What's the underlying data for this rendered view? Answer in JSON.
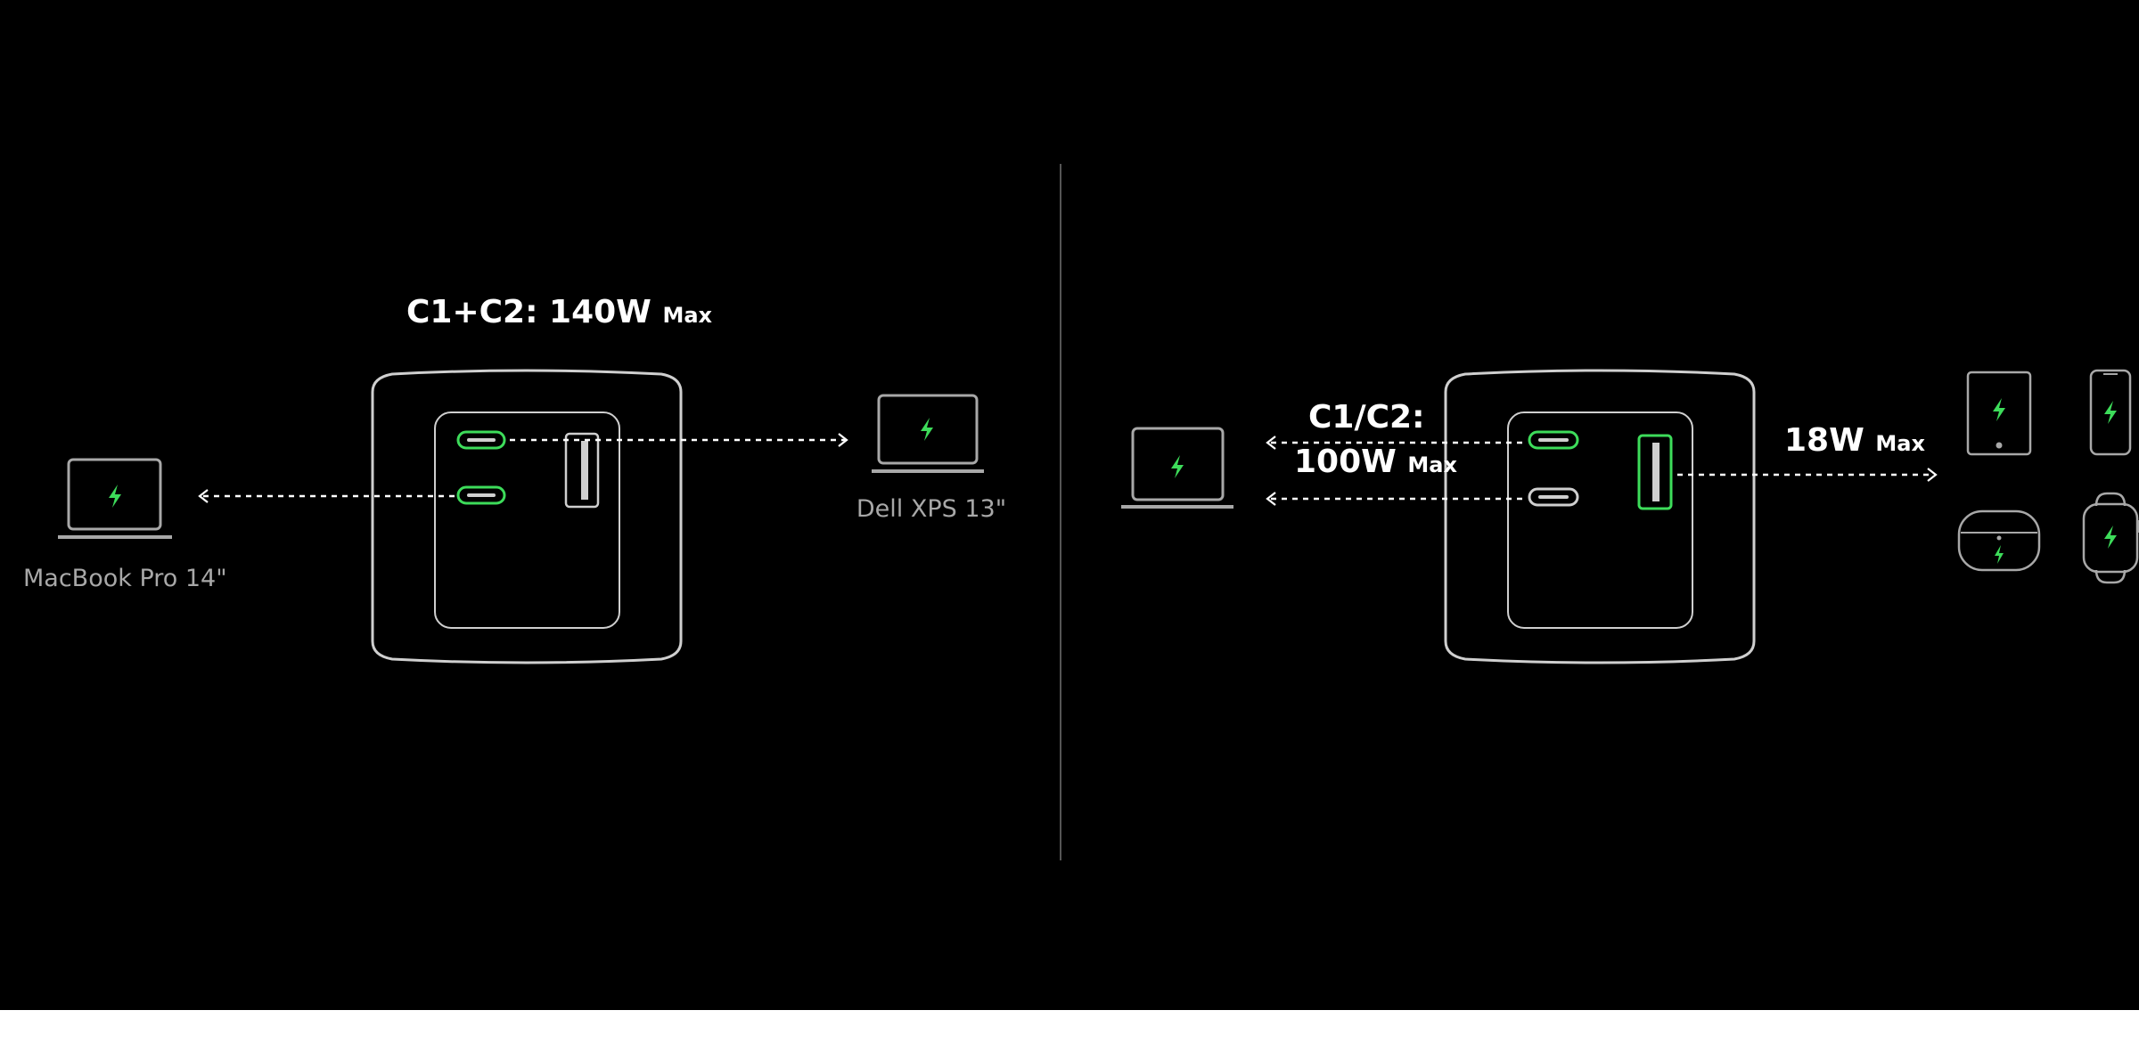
{
  "left_panel": {
    "power_label": {
      "main": "C1+C2: 140W",
      "unit": "Max"
    },
    "device_left": "MacBook Pro 14\"",
    "device_right": "Dell XPS 13\""
  },
  "right_panel": {
    "c_label": {
      "line1": "C1/C2:",
      "line2": "100W",
      "unit": "Max"
    },
    "a_label": {
      "main": "18W",
      "unit": "Max"
    }
  },
  "colors": {
    "background": "#000000",
    "outline": "#cfcfcf",
    "accent_green": "#3ddc5a",
    "divider": "#555555"
  },
  "icons": [
    "laptop-icon",
    "tablet-icon",
    "phone-icon",
    "earbuds-case-icon",
    "smartwatch-icon",
    "charger-icon",
    "bolt-icon"
  ]
}
